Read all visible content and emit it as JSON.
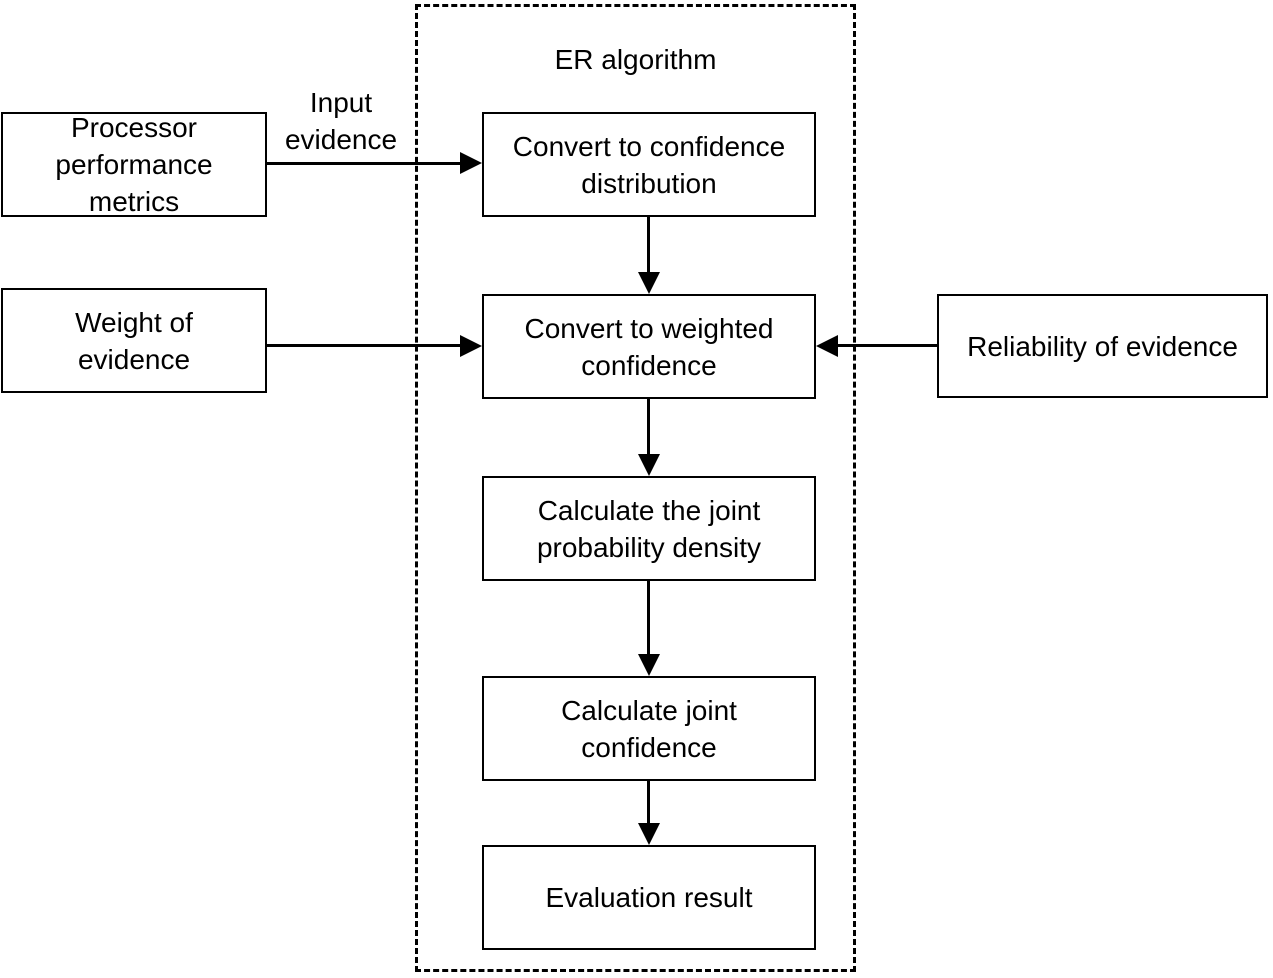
{
  "diagram": {
    "container_title": "ER algorithm",
    "nodes": {
      "processor_metrics": {
        "label": "Processor\nperformance\nmetrics"
      },
      "weight_of_evidence": {
        "label": "Weight of\nevidence"
      },
      "reliability_of_evidence": {
        "label": "Reliability of evidence"
      },
      "convert_confidence": {
        "label": "Convert to confidence\ndistribution"
      },
      "convert_weighted": {
        "label": "Convert to weighted\nconfidence"
      },
      "joint_probability": {
        "label": "Calculate the joint\nprobability density"
      },
      "joint_confidence": {
        "label": "Calculate joint\nconfidence"
      },
      "evaluation_result": {
        "label": "Evaluation result"
      }
    },
    "edge_labels": {
      "input_evidence": "Input\nevidence"
    },
    "colors": {
      "line": "#000000",
      "background": "#ffffff"
    }
  }
}
